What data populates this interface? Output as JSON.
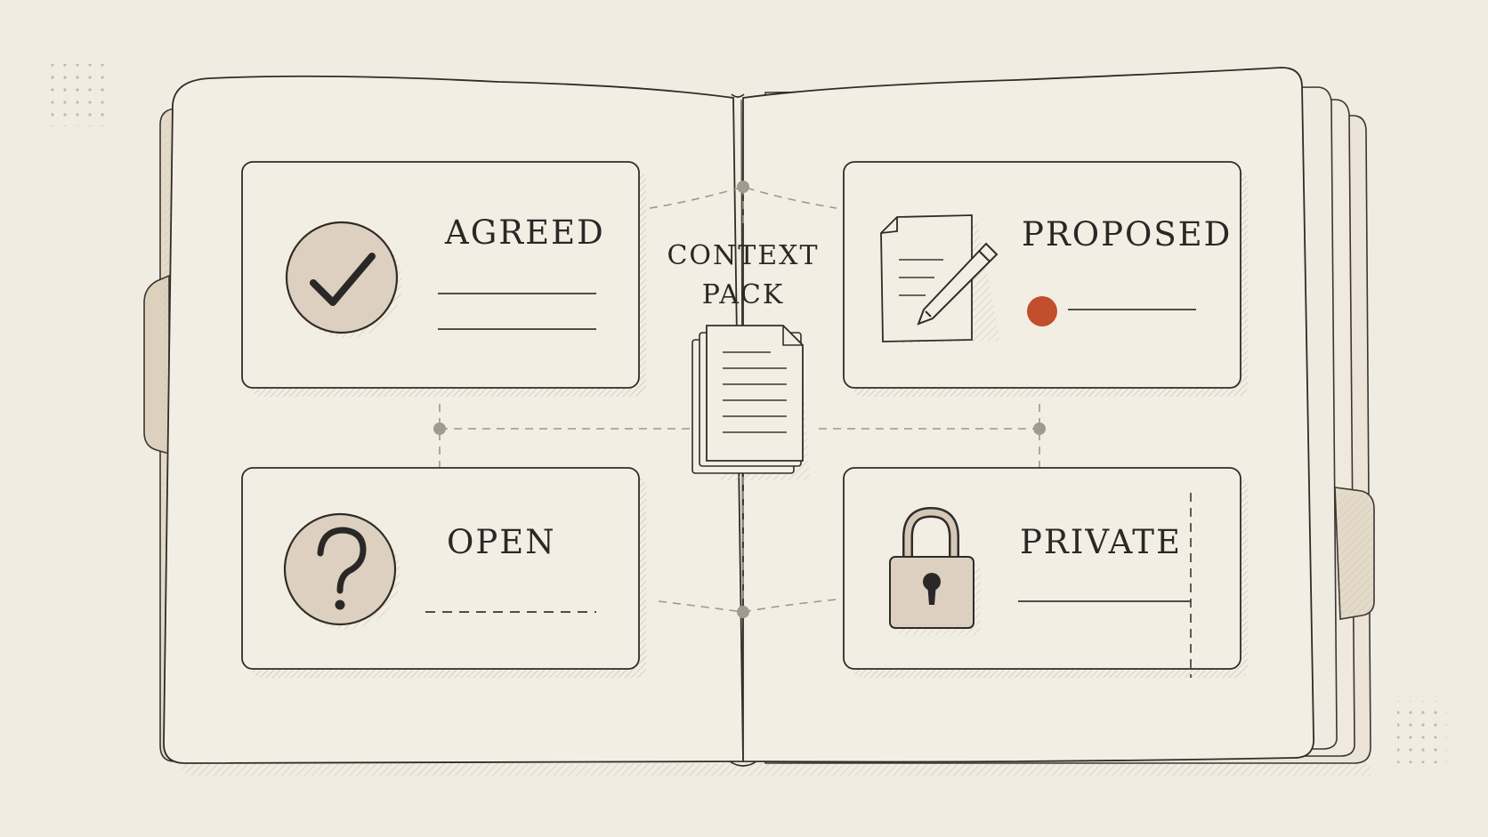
{
  "center": {
    "title_line1": "CONTEXT",
    "title_line2": "PACK",
    "icon": "stacked-documents-icon"
  },
  "cards": {
    "agreed": {
      "label": "AGREED",
      "icon": "checkmark-icon"
    },
    "proposed": {
      "label": "PROPOSED",
      "icon": "document-pencil-icon",
      "accent_color": "#c24e2e"
    },
    "open": {
      "label": "OPEN",
      "icon": "question-mark-icon"
    },
    "private": {
      "label": "PRIVATE",
      "icon": "padlock-icon"
    }
  },
  "colors": {
    "background": "#f1ece2",
    "paper": "#f3eee4",
    "ink": "#2a2826",
    "icon_fill": "#ddd0c0",
    "connector": "#9e968b"
  }
}
